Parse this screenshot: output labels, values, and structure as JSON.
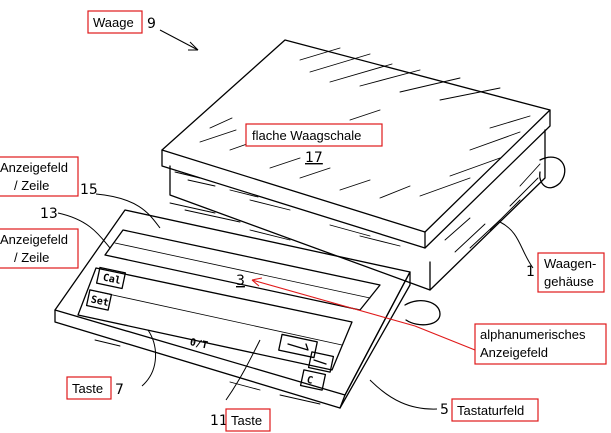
{
  "title": {
    "text": "Waage",
    "ref": "9"
  },
  "labels": {
    "schale_text": "flache Waagschale",
    "schale_ref": "17",
    "anzeige_upper_l1": "Anzeigefeld",
    "anzeige_upper_l2": "/ Zeile",
    "anzeige_upper_ref": "15",
    "anzeige_lower_l1": "Anzeigefeld",
    "anzeige_lower_l2": "/ Zeile",
    "anzeige_lower_ref": "13",
    "gehaeuse_l1": "Waagen-",
    "gehaeuse_l2": "gehäuse",
    "gehaeuse_ref": "1",
    "alpha_l1": "alphanumerisches",
    "alpha_l2": "Anzeigefeld",
    "alpha_ref": "3",
    "taste7_text": "Taste",
    "taste7_ref": "7",
    "taste11_text": "Taste",
    "taste11_ref": "11",
    "tastatur_text": "Tastaturfeld",
    "tastatur_ref": "5"
  },
  "keypad": {
    "cal": "Cal",
    "set": "Set",
    "ot": "0/T",
    "c": "C"
  },
  "colors": {
    "callout_border": "#e0191a",
    "line": "#000000",
    "arrow": "#e0191a"
  }
}
